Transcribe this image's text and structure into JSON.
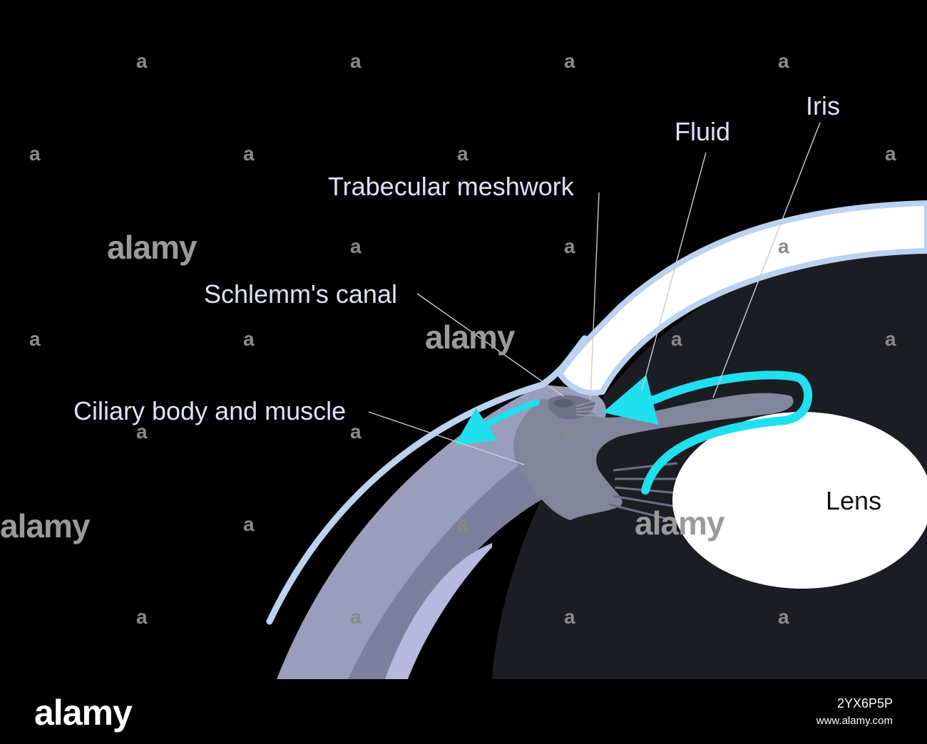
{
  "labels": {
    "iris": "Iris",
    "fluid": "Fluid",
    "trabecular": "Trabecular meshwork",
    "schlemm": "Schlemm's canal",
    "ciliary": "Ciliary body and muscle",
    "lens": "Lens"
  },
  "watermark": {
    "text": "alamy",
    "glyph": "a"
  },
  "footer": {
    "logo": "alamy",
    "image_id": "2YX6P5P",
    "site": "www.alamy.com"
  },
  "colors": {
    "background": "#000000",
    "eye_interior": "#1c1d22",
    "cornea": "#ffffff",
    "cornea_border": "#bcd2f0",
    "sclera": "#9a9dbc",
    "choroid": "#7e7f9c",
    "retina": "#b6b9dd",
    "iris_tissue": "#83859a",
    "fluid_arrow": "#1fe0ef",
    "lens": "#ffffff"
  }
}
